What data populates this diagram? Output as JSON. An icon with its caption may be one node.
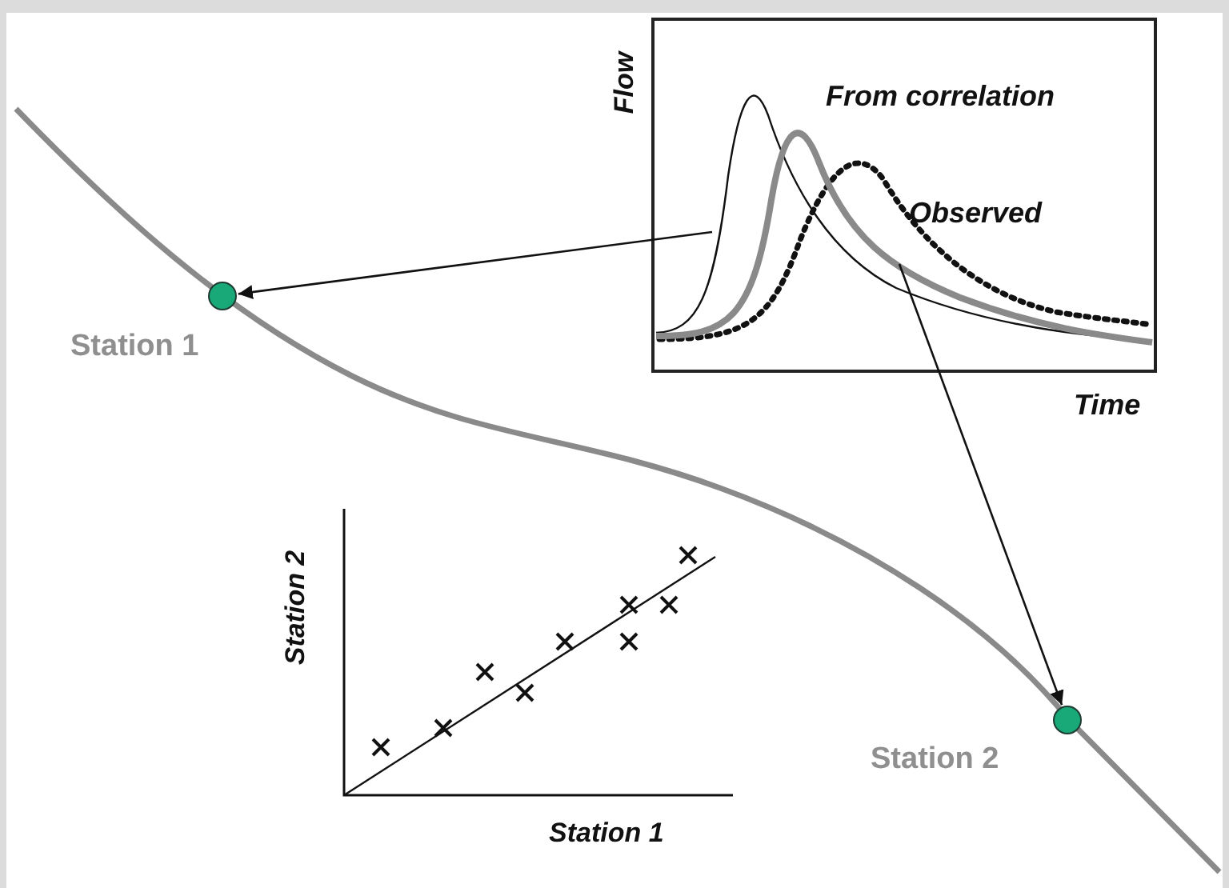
{
  "diagram": {
    "nodes": [
      {
        "text": [],
        "shape": "circle",
        "beside": [
          "Station 1"
        ]
      },
      {
        "text": [],
        "shape": "circle",
        "beside": [
          "Station 2"
        ]
      }
    ],
    "edges": [
      {
        "from": null,
        "to": 0,
        "arrow": "to"
      },
      {
        "from": null,
        "to": 1,
        "arrow": "to"
      }
    ],
    "labels": [
      "Flow",
      "From correlation",
      "Observed",
      "Time",
      "Station 2",
      "Station 1"
    ]
  }
}
